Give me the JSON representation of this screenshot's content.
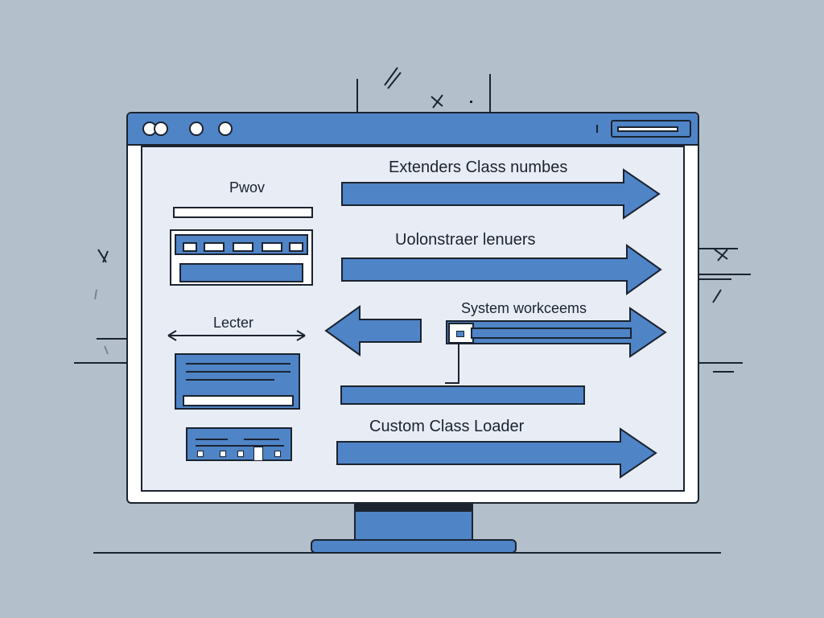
{
  "diagram": {
    "top_label": "Extenders Class numbes",
    "mid_label": "Uolonstraer lenuers",
    "system_label": "System workceems",
    "custom_label": "Custom Class Loader",
    "left_top_label": "Pwov",
    "left_mid_label": "Lecter"
  },
  "colors": {
    "accent": "#4f84c6",
    "outline": "#1b2330",
    "background": "#b3c0cb",
    "screen": "#e8edf5"
  }
}
